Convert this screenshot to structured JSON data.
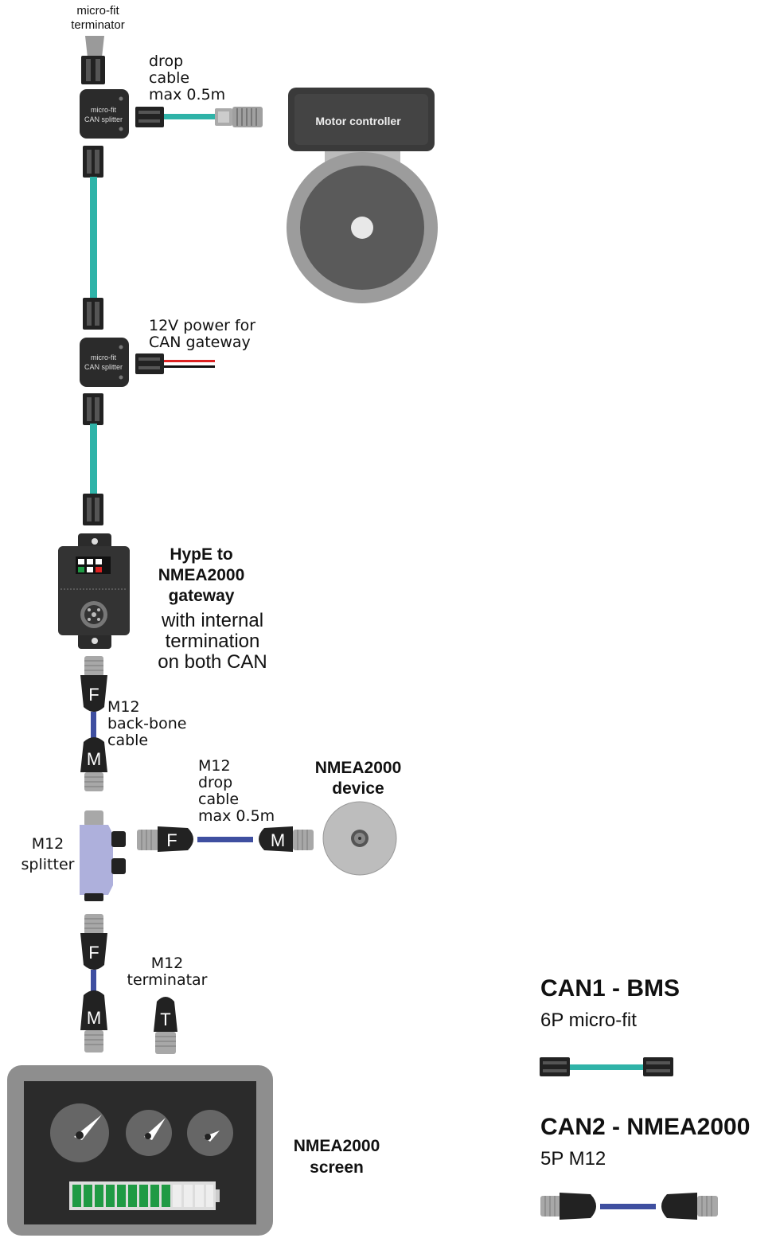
{
  "labels": {
    "terminator_top": [
      "micro-fit",
      "terminator"
    ],
    "drop_cable_top": [
      "drop",
      "cable",
      "max 0.5m"
    ],
    "motor_controller": "Motor controller",
    "splitter_text": [
      "micro-fit",
      "CAN splitter"
    ],
    "power": [
      "12V power for",
      "CAN gateway"
    ],
    "gateway_bold": [
      "HypE to",
      "NMEA2000",
      "gateway"
    ],
    "gateway_normal": [
      "with internal",
      "termination",
      "on both CAN"
    ],
    "backbone": [
      "M12",
      "back-bone",
      "cable"
    ],
    "m12_drop": [
      "M12",
      "drop",
      "cable",
      "max 0.5m"
    ],
    "nmea_device": [
      "NMEA2000",
      "device"
    ],
    "m12_splitter": [
      "M12",
      "splitter"
    ],
    "m12_terminator": [
      "M12",
      "terminatar"
    ],
    "nmea_screen": [
      "NMEA2000",
      "screen"
    ],
    "connector_f": "F",
    "connector_m": "M",
    "connector_t": "T"
  },
  "legend": {
    "can1_title": "CAN1 - BMS",
    "can1_sub": "6P micro-fit",
    "can2_title": "CAN2 - NMEA2000",
    "can2_sub": "5P M12"
  },
  "colors": {
    "teal": "#2fb3a8",
    "blue": "#3f4fa0",
    "splitter": "#aeb0dc",
    "dark": "#2b2b2b",
    "green": "#1f9a44"
  },
  "icons": [
    "connector-icon",
    "motor-controller-icon",
    "gauge-icon",
    "battery-bar-icon"
  ]
}
